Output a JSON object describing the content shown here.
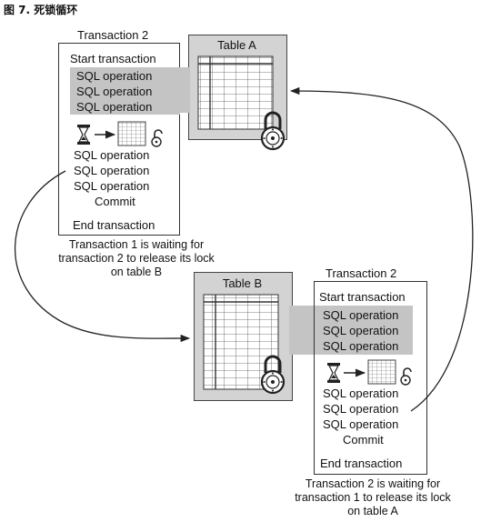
{
  "figure_title": "图 7. 死锁循环",
  "block_a": {
    "transaction_title": "Transaction 2",
    "table_title": "Table A",
    "start": "Start transaction",
    "ops_locked": [
      "SQL operation",
      "SQL operation",
      "SQL operation"
    ],
    "ops_after": [
      "SQL operation",
      "SQL operation",
      "SQL operation"
    ],
    "commit": "Commit",
    "end": "End transaction",
    "caption": [
      "Transaction 1 is waiting for",
      "transaction 2 to release its lock",
      "on table B"
    ]
  },
  "block_b": {
    "transaction_title": "Transaction 2",
    "table_title": "Table B",
    "start": "Start transaction",
    "ops_locked": [
      "SQL operation",
      "SQL operation",
      "SQL operation"
    ],
    "ops_after": [
      "SQL operation",
      "SQL operation",
      "SQL operation"
    ],
    "commit": "Commit",
    "end": "End transaction",
    "caption": [
      "Transaction 2 is waiting for",
      "transaction 1 to release its lock",
      "on table A"
    ]
  },
  "icons": {
    "hourglass": "hourglass-icon",
    "arrow": "arrow-right-icon",
    "mini_table": "mini-table-icon",
    "unlocked_padlock": "unlocked-padlock-icon",
    "combination_lock": "combination-lock-icon"
  },
  "colors": {
    "panel": "#d3d3d3",
    "band": "#c4c4c4",
    "line": "#333333"
  }
}
